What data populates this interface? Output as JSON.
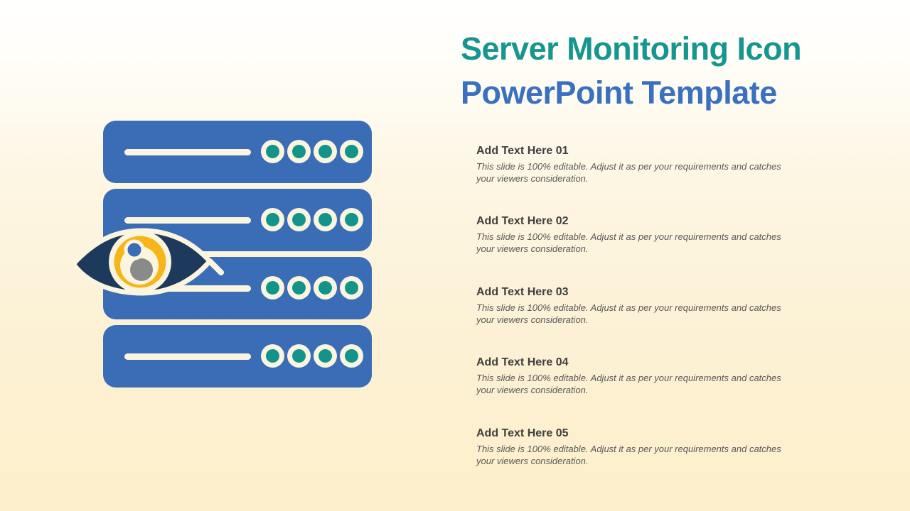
{
  "title": {
    "line1": "Server Monitoring Icon",
    "line2": "PowerPoint Template",
    "line1_color": "#16968e",
    "line2_color": "#3b6fbf"
  },
  "items": [
    {
      "heading": "Add Text Here 01",
      "body": "This slide is 100% editable. Adjust it as per your requirements and catches your viewers consideration."
    },
    {
      "heading": "Add Text Here 02",
      "body": "This slide is 100% editable. Adjust it as per your requirements and catches your viewers consideration."
    },
    {
      "heading": "Add Text Here 03",
      "body": "This slide is 100% editable. Adjust it as per your requirements and catches your viewers consideration."
    },
    {
      "heading": "Add Text Here 04",
      "body": "This slide is 100% editable. Adjust it as per your requirements and catches your viewers consideration."
    },
    {
      "heading": "Add Text Here 05",
      "body": "This slide is 100% editable. Adjust it as per your requirements and catches your viewers consideration."
    }
  ],
  "illustration": {
    "type": "server-stack-with-monitoring-eye",
    "server_rows": 4,
    "indicator_dots_per_row": 4,
    "icons": [
      "server-rack-icon",
      "eye-monitoring-icon"
    ],
    "colors": {
      "server_blue": "#3b6db6",
      "dot_teal": "#12948a",
      "cream": "#fbf5df",
      "eye_navy": "#1d3a5c",
      "iris_yellow": "#f6b51b",
      "pupil_gray": "#8a8a8a",
      "highlight_blue": "#3b6db6"
    }
  },
  "background": {
    "top": "#ffffff",
    "bottom": "#fdefca"
  }
}
